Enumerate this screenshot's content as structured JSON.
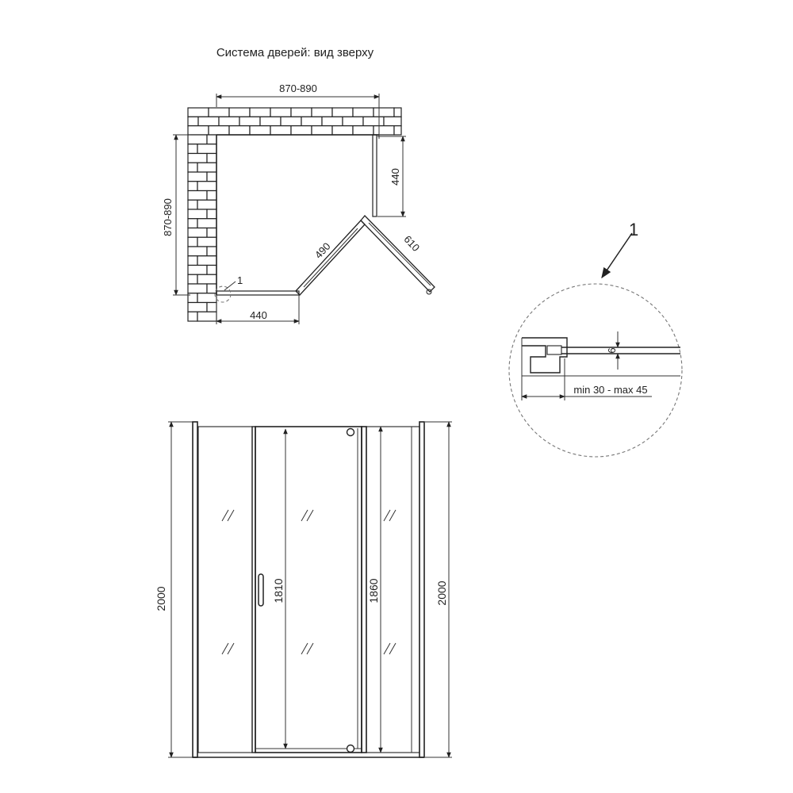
{
  "title": "Система дверей: вид зверху",
  "top_view": {
    "width_label": "870-890",
    "depth_label": "870-890",
    "right_fixed_label": "440",
    "bottom_fixed_label": "440",
    "angled_left_label": "490",
    "angled_right_label": "610",
    "detail_marker": "1"
  },
  "detail": {
    "marker": "1",
    "thickness_label": "6",
    "range_label": "min 30 - max 45"
  },
  "front_view": {
    "overall_height_left": "2000",
    "overall_height_right": "2000",
    "door_height": "1810",
    "panel_height": "1860"
  },
  "colors": {
    "line": "#222222",
    "dashed_circle": "#777777",
    "background": "#ffffff"
  }
}
